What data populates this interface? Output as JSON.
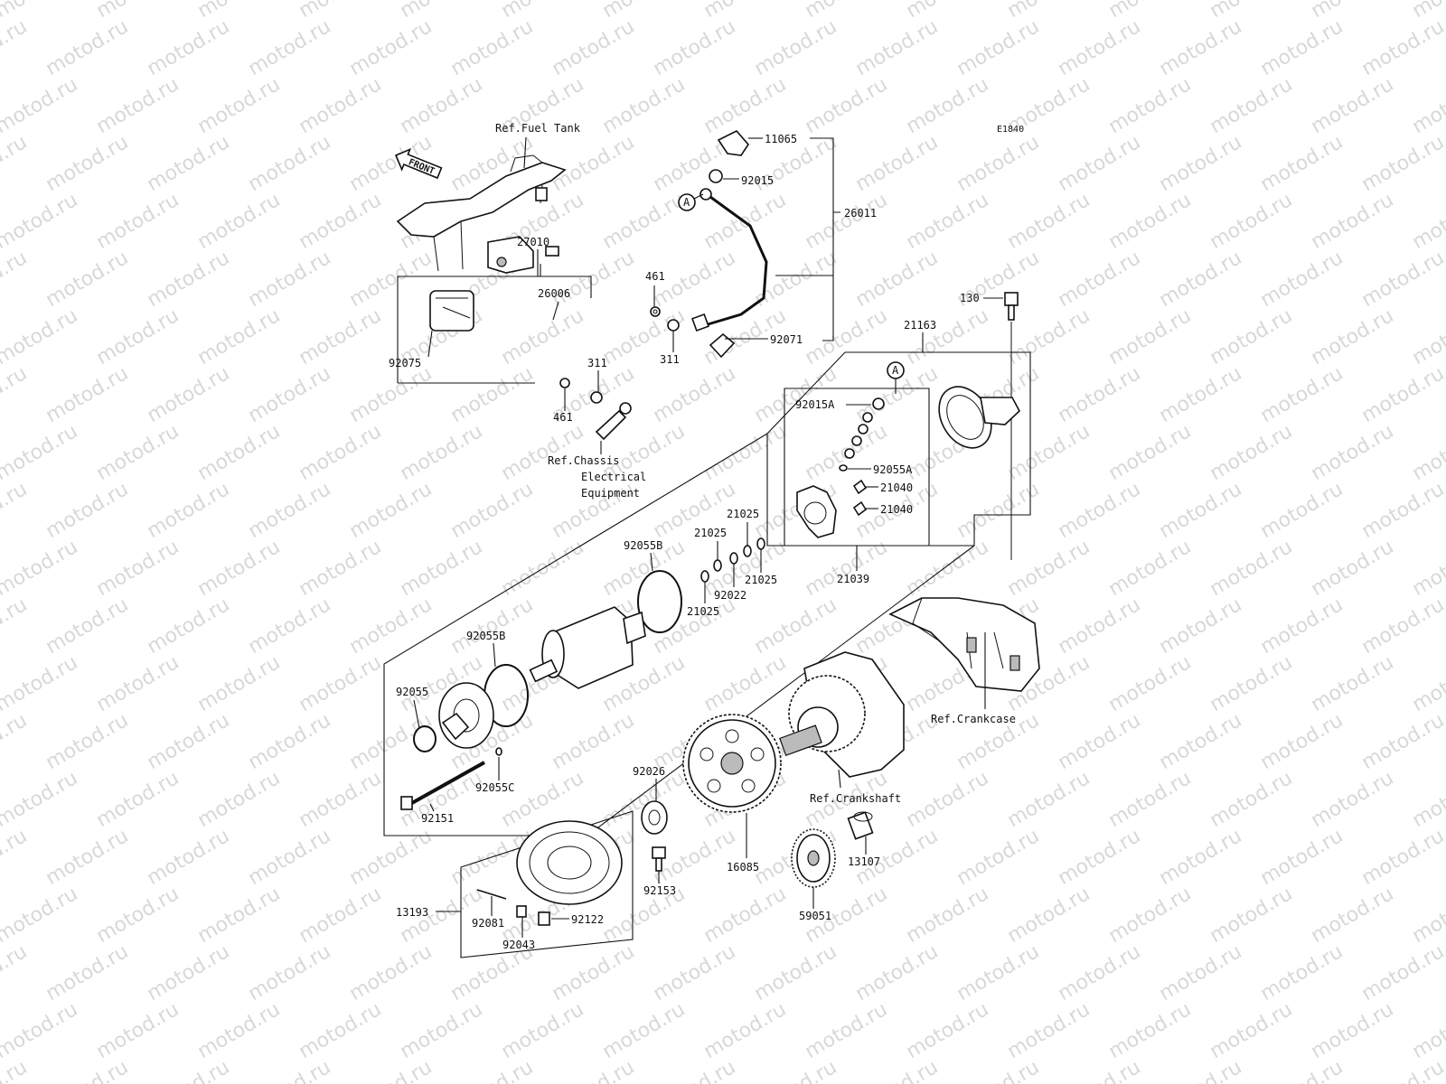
{
  "diagram_code": "E1840",
  "watermark": "motod.ru",
  "front_label": "FRONT",
  "ref_labels": {
    "fuel_tank": "Ref.Fuel Tank",
    "chassis_1": "Ref.Chassis",
    "chassis_2": "Electrical",
    "chassis_3": "Equipment",
    "crankcase": "Ref.Crankcase",
    "crankshaft": "Ref.Crankshaft"
  },
  "callout_marker": "A",
  "parts": {
    "p11065": "11065",
    "p92015": "92015",
    "p26011": "26011",
    "p92071": "92071",
    "p27010": "27010",
    "p26006": "26006",
    "p461_top": "461",
    "p311_top": "311",
    "p311_mid": "311",
    "p461_bottom": "461",
    "p92075": "92075",
    "p130": "130",
    "p21163": "21163",
    "p92015A": "92015A",
    "p92055A": "92055A",
    "p21040_a": "21040",
    "p21040_b": "21040",
    "p21039": "21039",
    "p21025_a": "21025",
    "p21025_b": "21025",
    "p21025_c": "21025",
    "p21025_d": "21025",
    "p92022": "92022",
    "p92055B_a": "92055B",
    "p92055B_b": "92055B",
    "p92055": "92055",
    "p92055C": "92055C",
    "p92151": "92151",
    "p92026": "92026",
    "p92153": "92153",
    "p16085": "16085",
    "p59051": "59051",
    "p13107": "13107",
    "p13193": "13193",
    "p92081": "92081",
    "p92122": "92122",
    "p92043": "92043"
  }
}
